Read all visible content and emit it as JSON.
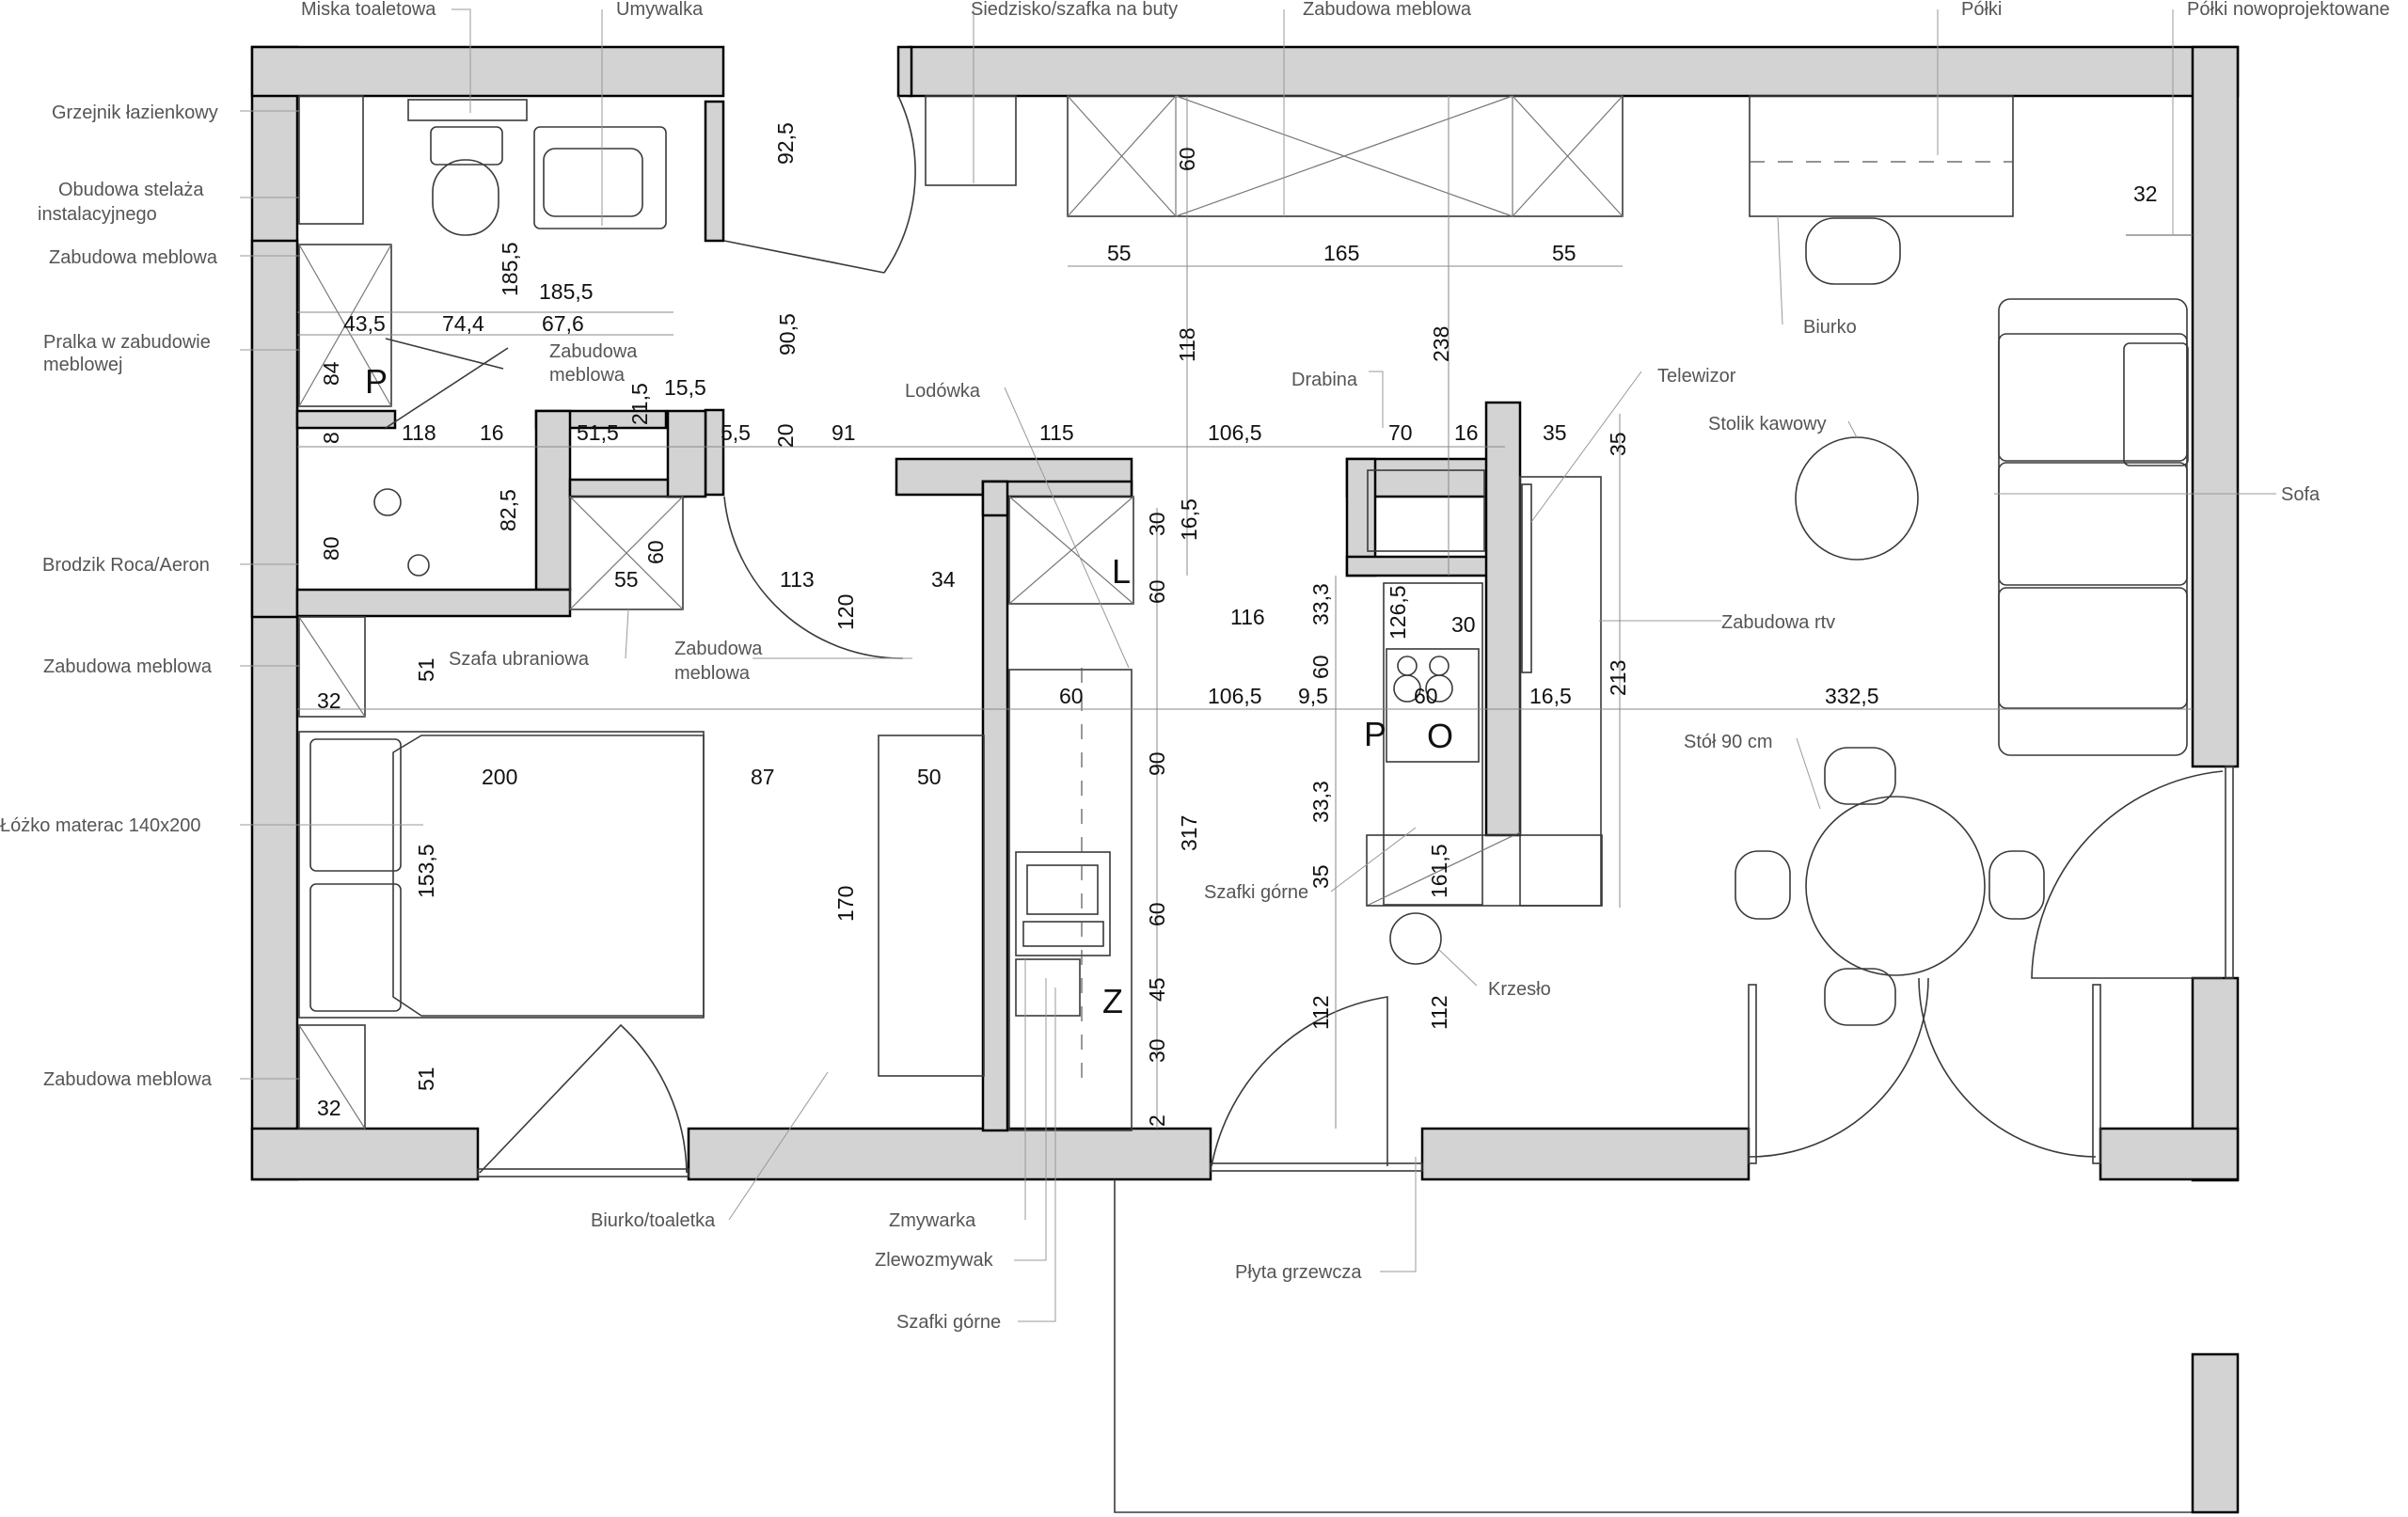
{
  "labels": {
    "miska": "Miska toaletowa",
    "umywalka": "Umywalka",
    "siedzisko": "Siedzisko/szafka na buty",
    "zabudowa_top": "Zabudowa meblowa",
    "polki": "Półki",
    "polki_nowe": "Półki nowoprojektowane",
    "grzejnik": "Grzejnik łazienkowy",
    "obudowa_1": "Obudowa stelaża",
    "obudowa_2": "instalacyjnego",
    "zabudowa_left1": "Zabudowa meblowa",
    "pralka_1": "Pralka w zabudowie",
    "pralka_2": "meblowej",
    "zab_mid_1": "Zabudowa",
    "zab_mid_2": "meblowa",
    "lodowka": "Lodówka",
    "drabina": "Drabina",
    "telewizor": "Telewizor",
    "biurko": "Biurko",
    "stolik": "Stolik kawowy",
    "sofa": "Sofa",
    "brodzik": "Brodzik Roca/Aeron",
    "zabudowa_left2": "Zabudowa meblowa",
    "szafa": "Szafa ubraniowa",
    "zab_mid2_1": "Zabudowa",
    "zab_mid2_2": "meblowa",
    "zabudowa_rtv": "Zabudowa rtv",
    "stol": "Stół 90 cm",
    "lozko": "Łóżko materac 140x200",
    "szafki_gorne_1": "Szafki górne",
    "krzeslo": "Krzesło",
    "zabudowa_left3": "Zabudowa meblowa",
    "biurko_toaletka": "Biurko/toaletka",
    "zmywarka": "Zmywarka",
    "zlewozmywak": "Zlewozmywak",
    "plyta": "Płyta grzewcza",
    "szafki_gorne_2": "Szafki górne"
  },
  "letters": {
    "p_pralka": "P",
    "l_lodowka": "L",
    "p_piekarnik": "P",
    "o_okap": "O",
    "z_zlew": "Z"
  },
  "dims": {
    "d92_5": "92,5",
    "d60_top": "60",
    "d55a": "55",
    "d165": "165",
    "d55b": "55",
    "d32_top": "32",
    "d185_5v": "185,5",
    "d185_5h": "185,5",
    "d43_5": "43,5",
    "d74_4": "74,4",
    "d67_6": "67,6",
    "d84": "84",
    "d90_5": "90,5",
    "d118v": "118",
    "d238": "238",
    "d21_5": "21,5",
    "d15_5": "15,5",
    "d8": "8",
    "d118h": "118",
    "d16a": "16",
    "d51_5": "51,5",
    "d5_5": "5,5",
    "d20": "20",
    "d91": "91",
    "d115": "115",
    "d106_5a": "106,5",
    "d70": "70",
    "d16b": "16",
    "d35a": "35",
    "d35v": "35",
    "d82_5": "82,5",
    "d80": "80",
    "d60_szafa": "60",
    "d55_szafa": "55",
    "d113": "113",
    "d34": "34",
    "d120": "120",
    "d30a": "30",
    "d16_5a": "16,5",
    "d60b": "60",
    "d116": "116",
    "d33_3a": "33,3",
    "d126_5": "126,5",
    "d30b": "30",
    "d60c": "60",
    "d213": "213",
    "d51a": "51",
    "d32a": "32",
    "d60d": "60",
    "d106_5b": "106,5",
    "d9_5": "9,5",
    "d60e": "60",
    "d16_5b": "16,5",
    "d332_5": "332,5",
    "d200": "200",
    "d87": "87",
    "d50": "50",
    "d90": "90",
    "d33_3b": "33,3",
    "d153_5": "153,5",
    "d317": "317",
    "d161_5": "161,5",
    "d35b": "35",
    "d170": "170",
    "d60f": "60",
    "d45": "45",
    "d112a": "112",
    "d112b": "112",
    "d30c": "30",
    "d51b": "51",
    "d32b": "32",
    "d2": "2"
  }
}
